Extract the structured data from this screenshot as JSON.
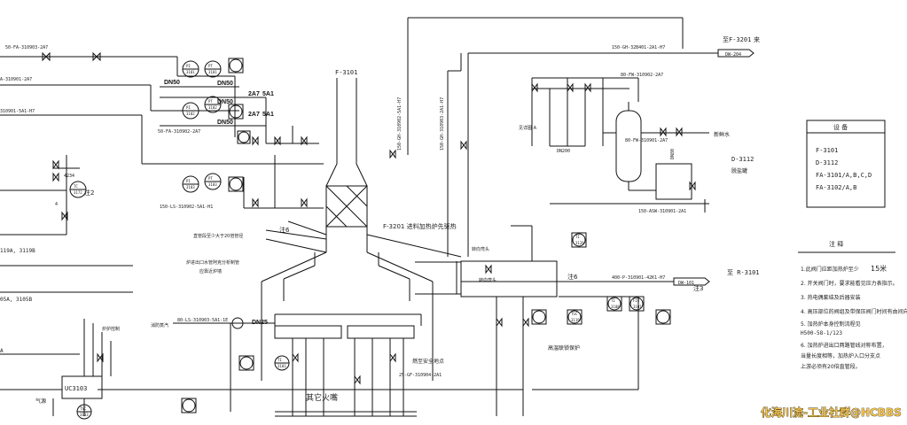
{
  "labels": {
    "line_top_left": "50-FA-310903-2A7",
    "line_left_1": "A-310901-2A7",
    "line_left_2": "310901-5A1-H7",
    "line_mid_1": "50-FA-310902-2A7",
    "line_mid_2": "150-LS-310902-5A1-H1",
    "line_vertical_1": "150-GH-310902-5A1-H7",
    "line_vertical_2": "150-GH-310903-2A1-H7",
    "line_top_right": "150-GH-32B401-2A1-H7",
    "line_right_mid": "80-FW-310902-2A7",
    "line_right_low": "80-FW-310901-2A7",
    "line_bottom_right": "150-ASW-310901-2A1",
    "line_outlet": "400-P-310901-42K1-H7",
    "line_fuel_gas": "80-LS-310903-5A1-1E",
    "line_safety": "25-GF-310904-2A1",
    "stack": "F-3101",
    "dn50_1": "DN50",
    "dn50_2": "DN50",
    "dn50_3": "DN50",
    "dn50_4": "DN50",
    "dn25": "DN25",
    "dn200": "DN200",
    "dn80": "DN80",
    "spec_2a7_1": "2A7",
    "spec_2a7_2": "2A7",
    "spec_5a1_1": "5A1",
    "spec_5a1_2": "5A1",
    "to_f3201": "至F-3201",
    "come": "来",
    "dw204": "DW-204",
    "to_r3101": "至 R-3101",
    "dw101": "DW-101",
    "f3201_note": "F-3201 进料加热炉先驱热",
    "d3112": "D-3112",
    "d3112_sub": "脱盐罐",
    "freshwater": "新鲜水",
    "note2": "注2",
    "note3": "注3",
    "note6_a": "注6",
    "note6_b": "注6",
    "guide_a": "见详图 A",
    "turn_head_1": "转向弯头",
    "turn_head_2": "转向弯头",
    "thermo_note": "直管段至少大于20倍管径",
    "heater_note_1": "炉进出口水管阿克分析制管",
    "heater_note_2": "应靠近炉墙",
    "burner_fuel": "消防蒸汽",
    "furnace_gas": "燃至安全地点",
    "other_nozzle": "其它火嘴",
    "high_temp": "高温联锁保护",
    "burner_ctrl": "炉护控制",
    "gas_source": "气源",
    "uc3103": "UC3103",
    "left_119": "119A, 3119B",
    "left_105": "05A, 3105B",
    "left_a": "A",
    "val_4234": "4234",
    "val_4": "4",
    "right_15m": "15米"
  },
  "equipment_box": {
    "title": "设  备",
    "items": [
      "F-3101",
      "D-3112",
      "FA-3101/A,B,C,D",
      "FA-3102/A,B"
    ]
  },
  "notes": {
    "title": "注  释",
    "items": [
      "1.此阀门应距加热炉至少",
      "2. 开关阀门时，要求能看见压力表指示。",
      "3. 热电偶套结及后器安装",
      "4. 高压部位的阀组及带保压阀门时间有由间向加接件。",
      "5. 加热炉本身控制流程见",
      "   H500-58-1/123",
      "6. 加热炉进出口两路管线对称布置，",
      "   当量长度相等，加热炉入口分支点",
      "   上游必须有20倍直管段。"
    ]
  },
  "instruments": {
    "tag_pi": "PI",
    "tag_pt": "PT",
    "tag_tc": "TC",
    "tag_ti": "TI",
    "tag_fic": "FIC",
    "tag_tsc": "TSC",
    "tag_pi_3101": "3101",
    "tag_pi_3102": "3102",
    "tag_pi_3103": "3103",
    "tag_pt_3101": "3101",
    "tag_pt_3102": "3102",
    "tag_pt_3103": "3103",
    "tag_pc_3172": "3172",
    "tag_fic_3101": "3101",
    "tag_ti_3101": "3101",
    "tag_ti_3108": "3108",
    "tag_ti_3120": "3120",
    "tag_tsc_3119": "3119",
    "tag_tsc_3103": "3103"
  },
  "watermark": "化海川流-工业社群@HCBBS"
}
